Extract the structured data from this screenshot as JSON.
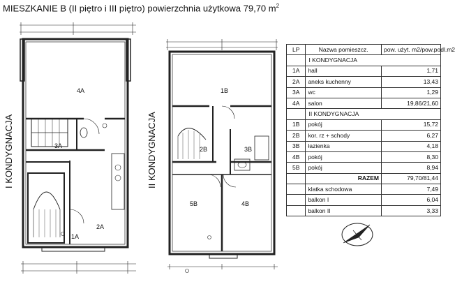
{
  "title": {
    "text": "MIESZKANIE B (II piętro i III piętro) powierzchnia użytkowa 79,70 m",
    "sup": "2"
  },
  "floor_labels": {
    "left": "I KONDYGNACJA",
    "right": "II KONDYGNACJA"
  },
  "rooms": {
    "r4a": "4A",
    "r3a": "3A",
    "r2a": "2A",
    "r1a": "1A",
    "r1b": "1B",
    "r2b": "2B",
    "r3b": "3B",
    "r5b": "5B",
    "r4b": "4B"
  },
  "table": {
    "headers": [
      "LP",
      "Nazwa pomieszcz.",
      "pow. użyt. m2/pow.podl.m2"
    ],
    "section1": "I KONDYGNACJA",
    "rows1": [
      {
        "lp": "1A",
        "name": "hall",
        "area": "1,71"
      },
      {
        "lp": "2A",
        "name": "aneks kuchenny",
        "area": "13,43"
      },
      {
        "lp": "3A",
        "name": "wc",
        "area": "1,29"
      },
      {
        "lp": "4A",
        "name": "salon",
        "area": "19,86/21,60"
      }
    ],
    "section2": "II KONDYGNACJA",
    "rows2": [
      {
        "lp": "1B",
        "name": "pokój",
        "area": "15,72"
      },
      {
        "lp": "2B",
        "name": "kor. rz + schody",
        "area": "6,27"
      },
      {
        "lp": "3B",
        "name": "łazienka",
        "area": "4,18"
      },
      {
        "lp": "4B",
        "name": "pokój",
        "area": "8,30"
      },
      {
        "lp": "5B",
        "name": "pokój",
        "area": "8,94"
      }
    ],
    "razem_label": "RAZEM",
    "razem_value": "79,70/81,44",
    "extras": [
      {
        "name": "klatka schodowa",
        "area": "7,49"
      },
      {
        "name": "balkon I",
        "area": "6,04"
      },
      {
        "name": "balkon II",
        "area": "3,33"
      }
    ]
  }
}
